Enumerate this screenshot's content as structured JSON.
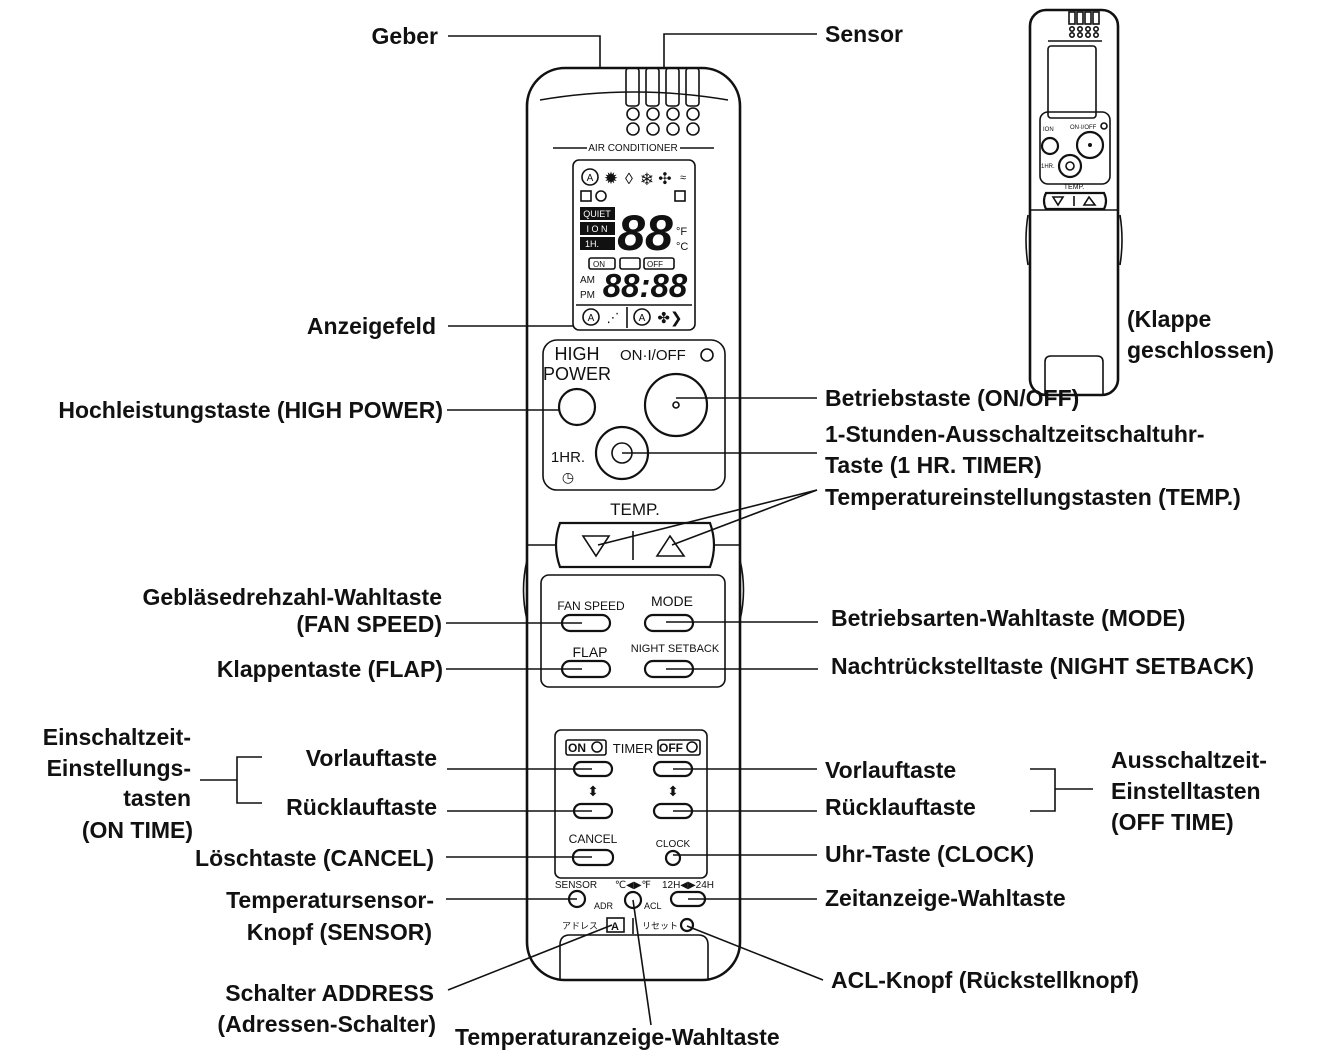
{
  "device": {
    "brand_strip": "AIR CONDITIONER",
    "lcd": {
      "quiet": "QUIET",
      "ion": "I O N",
      "one_h": "1H.",
      "temp_digits": "88",
      "unit_f": "°F",
      "unit_c": "°C",
      "on_tag": "ON",
      "off_tag": "OFF",
      "am": "AM",
      "pm": "PM",
      "time_digits": "88:88"
    },
    "high_power_line1": "HIGH",
    "high_power_line2": "POWER",
    "on_off": "ON·I/OFF",
    "one_hr": "1HR.",
    "temp": "TEMP.",
    "fan_speed": "FAN SPEED",
    "mode": "MODE",
    "flap": "FLAP",
    "night_setback": "NIGHT SETBACK",
    "timer_on": "ON",
    "timer": "TIMER",
    "timer_off": "OFF",
    "cancel": "CANCEL",
    "clock": "CLOCK",
    "sensor": "SENSOR",
    "temp_unit_switch": "℃◀▶℉",
    "hour_switch": "12H◀▶24H",
    "adr": "ADR",
    "acl": "ACL",
    "address_jp": "アドレス",
    "address_letter": "A",
    "reset_jp": "リセット",
    "closed_on_off": "ON·I/OFF",
    "closed_ion": "ION",
    "closed_1hr": "1HR.",
    "closed_temp": "TEMP."
  },
  "labels": {
    "geber": "Geber",
    "sensor": "Sensor",
    "klappe_1": "(Klappe",
    "klappe_2": "geschlossen)",
    "anzeigefeld": "Anzeigefeld",
    "hochleistung": "Hochleistungstaste (HIGH POWER)",
    "betrieb": "Betriebstaste (ON/OFF)",
    "timer_1": "1-Stunden-Ausschaltzeitschaltuhr-",
    "timer_2": "Taste (1 HR. TIMER)",
    "temp": "Temperatureinstellungstasten (TEMP.)",
    "fan_1": "Gebläsedrehzahl-Wahltaste",
    "fan_2": "(FAN SPEED)",
    "mode": "Betriebsarten-Wahltaste (MODE)",
    "flap": "Klappentaste (FLAP)",
    "night": "Nachtrückstelltaste (NIGHT SETBACK)",
    "on_time_1": "Einschaltzeit-",
    "on_time_2": "Einstellungs-",
    "on_time_3": "tasten",
    "on_time_4": "(ON TIME)",
    "vorlauf_left": "Vorlauftaste",
    "ruecklauf_left": "Rücklauftaste",
    "vorlauf_right": "Vorlauftaste",
    "ruecklauf_right": "Rücklauftaste",
    "off_time_1": "Ausschaltzeit-",
    "off_time_2": "Einstelltasten",
    "off_time_3": "(OFF TIME)",
    "cancel": "Löschtaste (CANCEL)",
    "clock": "Uhr-Taste (CLOCK)",
    "sensor_knob_1": "Temperatursensor-",
    "sensor_knob_2": "Knopf (SENSOR)",
    "zeitanzeige": "Zeitanzeige-Wahltaste",
    "address_1": "Schalter ADDRESS",
    "address_2": "(Adressen-Schalter)",
    "acl": "ACL-Knopf (Rückstellknopf)",
    "temp_display": "Temperaturanzeige-Wahltaste"
  }
}
